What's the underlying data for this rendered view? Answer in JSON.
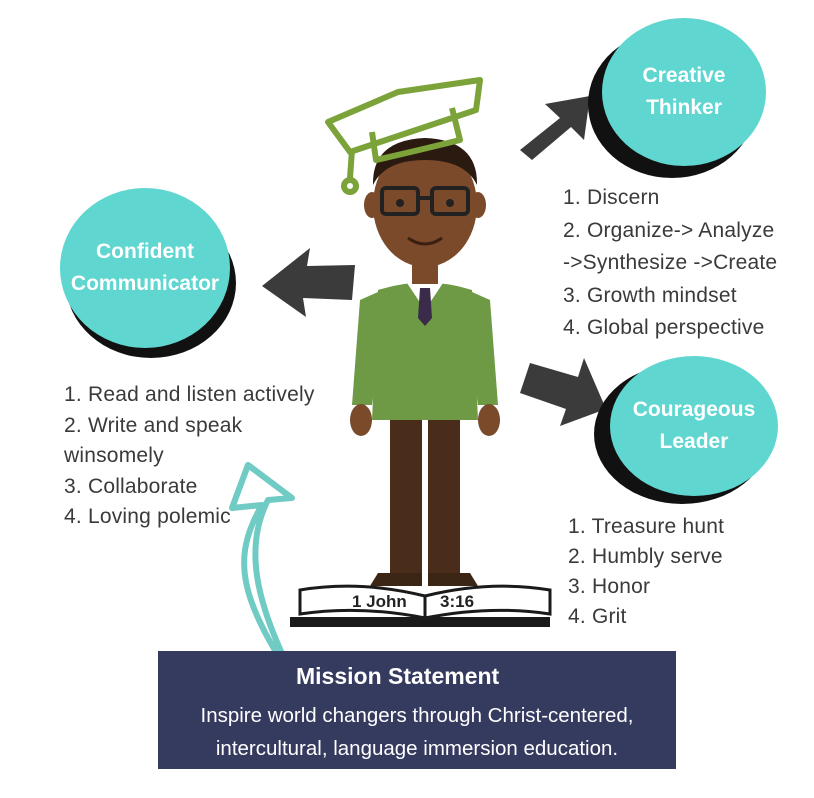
{
  "traits": {
    "creative": {
      "title": "Creative\nThinker",
      "items": [
        "1. Discern",
        "2. Organize-> Analyze",
        "->Synthesize ->Create",
        "3. Growth mindset",
        "4. Global perspective"
      ]
    },
    "communicator": {
      "title": "Confident\nCommunicator",
      "items": [
        "1. Read and listen actively",
        "2. Write and speak",
        "winsomely",
        "3. Collaborate",
        "4. Loving polemic"
      ]
    },
    "leader": {
      "title": "Courageous\nLeader",
      "items": [
        "1. Treasure hunt",
        "2. Humbly serve",
        "3. Honor",
        "4. Grit"
      ]
    }
  },
  "bible": {
    "book": "1 John",
    "verse": "3:16"
  },
  "mission": {
    "title": "Mission Statement",
    "line1": "Inspire world changers through Christ-centered,",
    "line2": "intercultural, language immersion education."
  },
  "colors": {
    "teal": "#5fd6d0",
    "navy": "#353a5f",
    "sweater": "#6e9a45",
    "arrow": "#3b3b3b",
    "text": "#3a3a3a"
  }
}
